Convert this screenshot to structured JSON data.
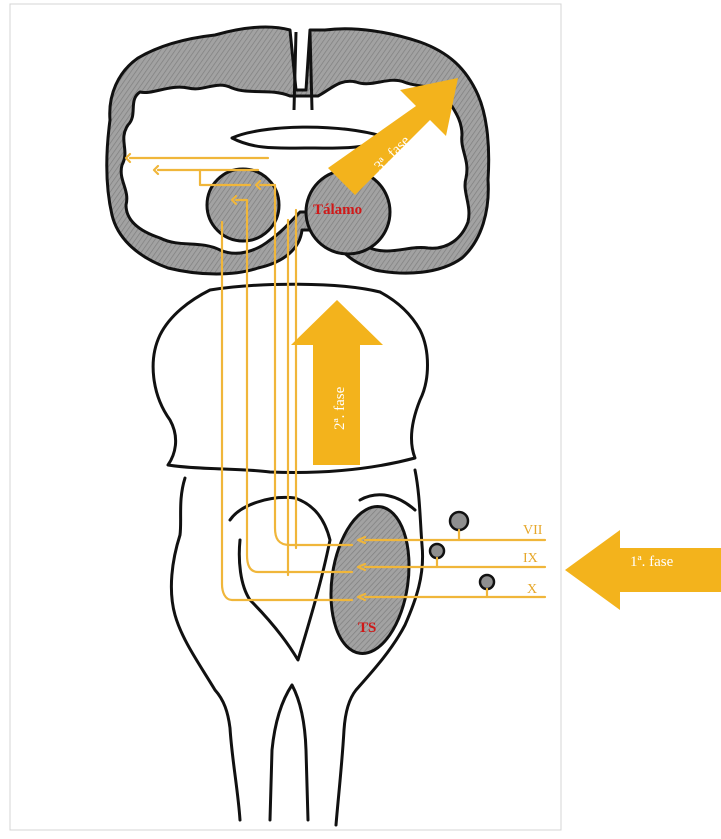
{
  "colors": {
    "arrow": "#f3b31c",
    "pathway": "#f0b63a",
    "nucleus_fill": "#9a9a9a",
    "outline": "#111111",
    "label_red": "#d01818",
    "frame": "#d4d4d4"
  },
  "labels": {
    "thalamus": "Tálamo",
    "solitary_nucleus": "TS"
  },
  "nerves": [
    "VII",
    "IX",
    "X"
  ],
  "arrows": {
    "phase1": "1ª. fase",
    "phase2": "2ª. fase",
    "phase3": "3ª. fase"
  }
}
